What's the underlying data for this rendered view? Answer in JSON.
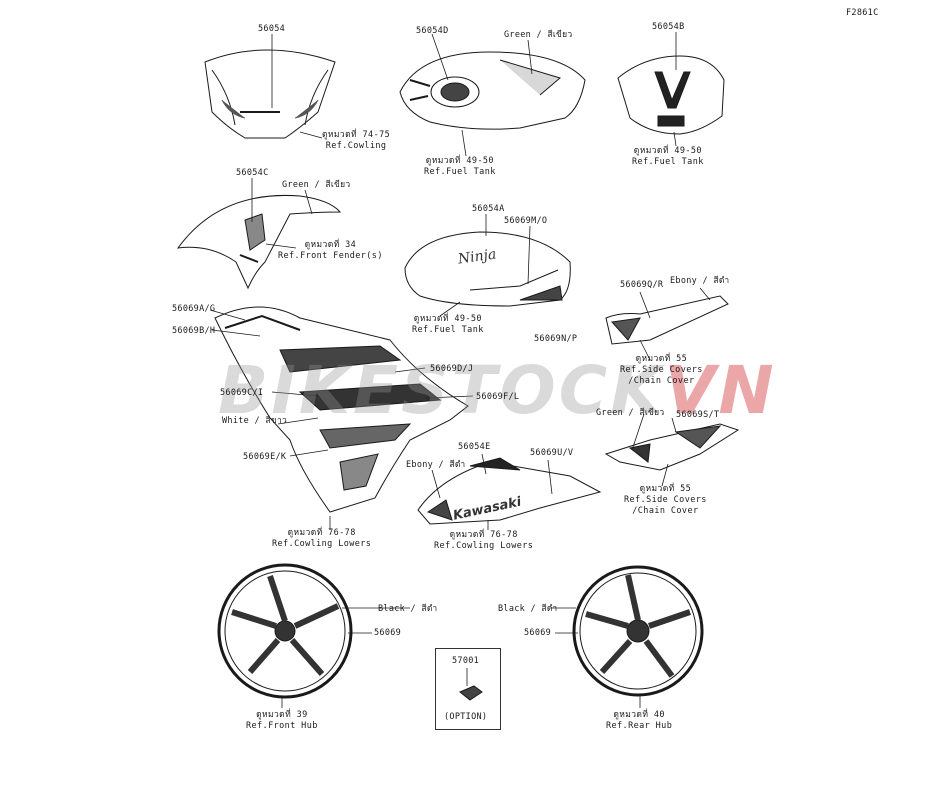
{
  "figure_code": "F2861C",
  "watermark": {
    "main": "BIKESTOCK",
    "accent": "VN"
  },
  "labels": {
    "p56054": "56054",
    "p56054D": "56054D",
    "p56054B": "56054B",
    "p56054C": "56054C",
    "p56054A": "56054A",
    "p56054E": "56054E",
    "p56069MO": "56069M/O",
    "p56069NP": "56069N/P",
    "p56069QR": "56069Q/R",
    "p56069ST": "56069S/T",
    "p56069AG": "56069A/G",
    "p56069BH": "56069B/H",
    "p56069DJ": "56069D/J",
    "p56069CI": "56069C/I",
    "p56069FL": "56069F/L",
    "p56069EK": "56069E/K",
    "p56069UV": "56069U/V",
    "p56069_front": "56069",
    "p56069_rear": "56069",
    "p57001": "57001",
    "option": "(OPTION)",
    "green_tank": "Green / สีเขียว",
    "green_fender": "Green / สีเขียว",
    "green_side": "Green / สีเขียว",
    "ebony_side": "Ebony / สีดำ",
    "ebony_lower": "Ebony / สีดำ",
    "white_cowl": "White / สีขาว",
    "black_front": "Black / สีดำ",
    "black_rear": "Black / สีดำ"
  },
  "refs": {
    "cowling": {
      "line1": "ดูหมวดที่ 74-75",
      "line2": "Ref.Cowling"
    },
    "fuel_tank_top": {
      "line1": "ดูหมวดที่ 49-50",
      "line2": "Ref.Fuel Tank"
    },
    "fuel_tank_right": {
      "line1": "ดูหมวดที่ 49-50",
      "line2": "Ref.Fuel Tank"
    },
    "front_fender": {
      "line1": "ดูหมวดที่ 34",
      "line2": "Ref.Front Fender(s)"
    },
    "fuel_tank_mid": {
      "line1": "ดูหมวดที่ 49-50",
      "line2": "Ref.Fuel Tank"
    },
    "side_covers_1": {
      "line1": "ดูหมวดที่ 55",
      "line2": "Ref.Side Covers",
      "line3": "/Chain Cover"
    },
    "side_covers_2": {
      "line1": "ดูหมวดที่ 55",
      "line2": "Ref.Side Covers",
      "line3": "/Chain Cover"
    },
    "cowling_lowers_left": {
      "line1": "ดูหมวดที่ 76-78",
      "line2": "Ref.Cowling Lowers"
    },
    "cowling_lowers_mid": {
      "line1": "ดูหมวดที่ 76-78",
      "line2": "Ref.Cowling Lowers"
    },
    "front_hub": {
      "line1": "ดูหมวดที่ 39",
      "line2": "Ref.Front Hub"
    },
    "rear_hub": {
      "line1": "ดูหมวดที่ 40",
      "line2": "Ref.Rear Hub"
    }
  },
  "decal_text": {
    "ninja": "Ninja",
    "kawasaki": "Kawasaki"
  },
  "colors": {
    "ink": "#1a1a1a",
    "green_decal": "#6e7d6a",
    "ebony": "#2a2a2a",
    "watermark_red": "#d23c3c"
  }
}
